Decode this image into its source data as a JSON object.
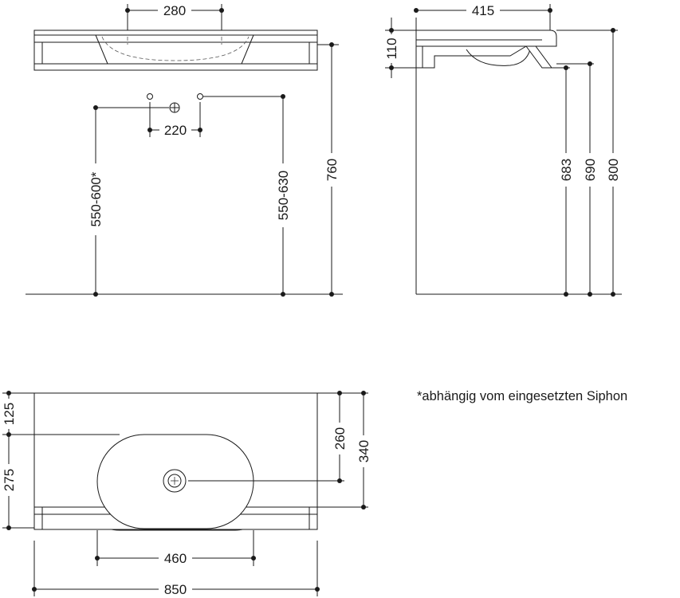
{
  "front_view": {
    "bowl_width": "280",
    "tap_spacing": "220",
    "height_left": "550-600*",
    "height_mid": "550-630",
    "height_total": "760"
  },
  "side_view": {
    "depth": "415",
    "thickness": "110",
    "height_a": "683",
    "height_b": "690",
    "height_c": "800"
  },
  "top_view": {
    "edge_to_bowl": "125",
    "bowl_to_front": "275",
    "drain_depth": "260",
    "total_depth": "340",
    "bowl_length": "460",
    "total_width": "850"
  },
  "footnote": "*abhängig vom eingesetzten Siphon"
}
